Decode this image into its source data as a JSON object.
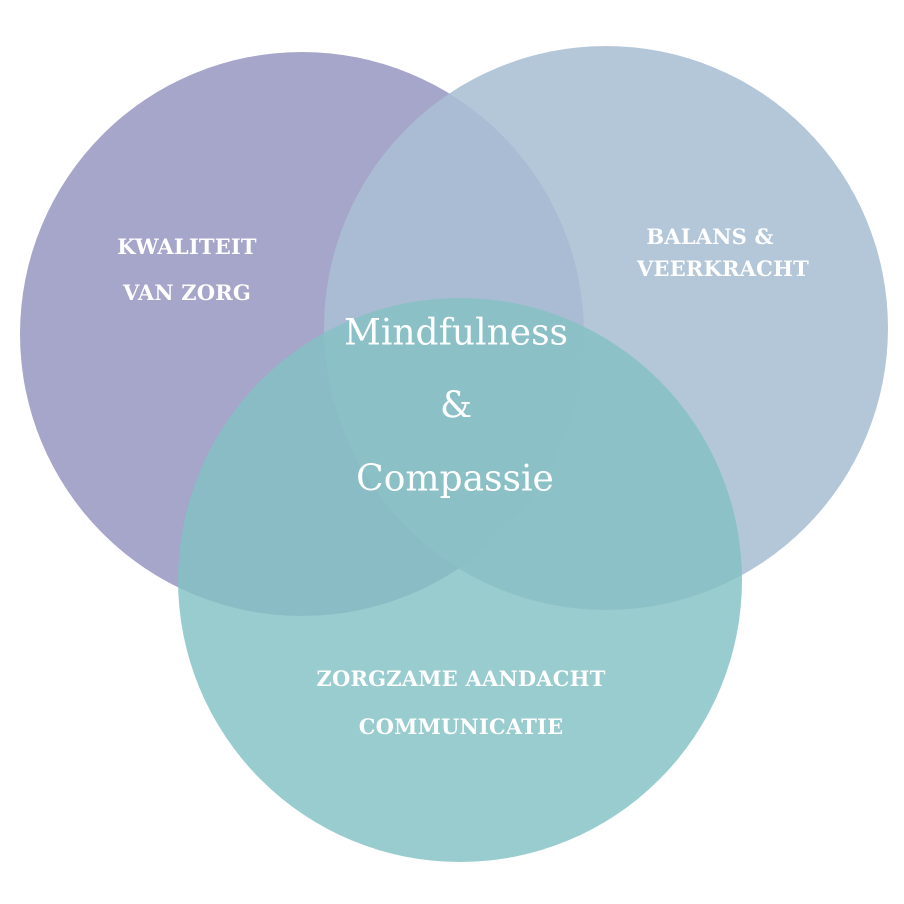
{
  "diagram": {
    "type": "venn",
    "center": {
      "line1": "Mindfulness",
      "line2": "&",
      "line3": "Compassie"
    },
    "circles": [
      {
        "id": "left",
        "color": "#9a98c3",
        "label_lines": [
          "KWALITEIT",
          "VAN ZORG"
        ]
      },
      {
        "id": "right",
        "color": "#aabfd4",
        "label_lines": [
          "BALANS &",
          "VEERKRACHT"
        ]
      },
      {
        "id": "bottom",
        "color": "#82c1c3",
        "label_lines": [
          "ZORGZAME AANDACHT",
          "COMMUNICATIE"
        ]
      }
    ]
  }
}
